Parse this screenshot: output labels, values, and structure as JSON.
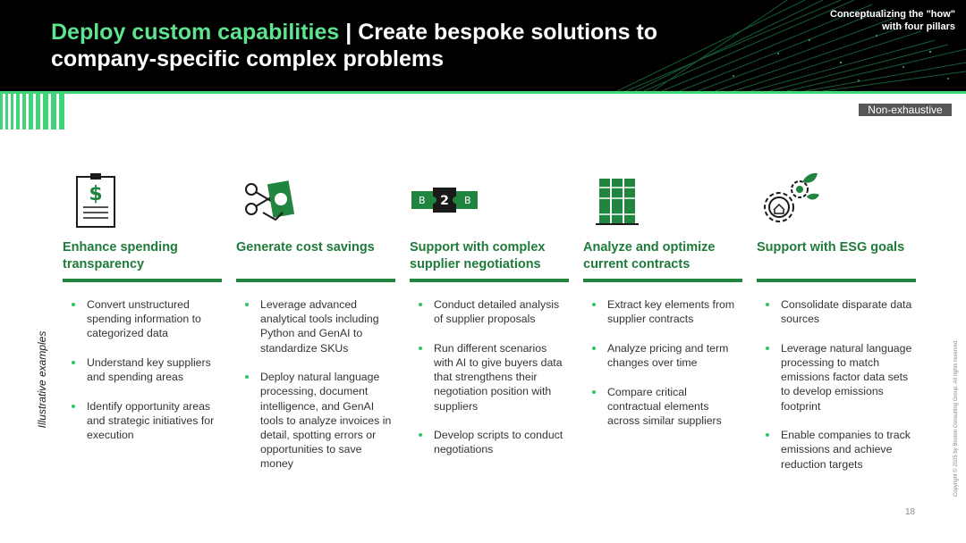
{
  "header": {
    "title_accent": "Deploy custom capabilities",
    "title_separator": " | ",
    "title_rest": "Create bespoke solutions to company-specific complex problems",
    "pillar_note": "Conceptualizing the \"how\" with four pillars"
  },
  "badge": {
    "label": "Non-exhaustive"
  },
  "side_label": "Illustrative examples",
  "copyright": "Copyright © 2025 by Boston Consulting Group. All rights reserved.",
  "page_number": "18",
  "colors": {
    "accent": "#5ee38f",
    "heading": "#1f7b3a",
    "rule": "#21843f",
    "bullet": "#32c464",
    "header_bg": "#000000"
  },
  "columns": [
    {
      "icon": "invoice-dollar-icon",
      "title": "Enhance spending transparency",
      "bullets": [
        "Convert unstructured spending information to categorized data",
        "Understand key suppliers and spending areas",
        "Identify opportunity areas and strategic initiatives for execution"
      ]
    },
    {
      "icon": "scissors-money-icon",
      "title": "Generate cost savings",
      "bullets": [
        "Leverage advanced analytical tools including Python and GenAI to standardize SKUs",
        "Deploy natural language processing, document intelligence, and GenAI tools to analyze invoices in detail, spotting errors or opportunities to save money"
      ]
    },
    {
      "icon": "b2b-puzzle-icon",
      "icon_text": {
        "left": "B",
        "center": "2",
        "right": "B"
      },
      "title": "Support with complex supplier negotiations",
      "bullets": [
        "Conduct detailed analysis of supplier proposals",
        "Run different scenarios with AI to give buyers data that strengthens their negotiation position with suppliers",
        "Develop scripts to conduct negotiations"
      ]
    },
    {
      "icon": "binders-icon",
      "title": "Analyze and optimize current contracts",
      "bullets": [
        "Extract key elements from supplier contracts",
        "Analyze pricing and term changes over time",
        "Compare critical contractual elements across similar suppliers"
      ]
    },
    {
      "icon": "esg-gear-icon",
      "title": "Support with ESG goals",
      "bullets": [
        "Consolidate disparate data sources",
        "Leverage natural language processing to match emissions factor data sets to develop emissions footprint",
        "Enable companies to track emissions and achieve reduction targets"
      ]
    }
  ]
}
